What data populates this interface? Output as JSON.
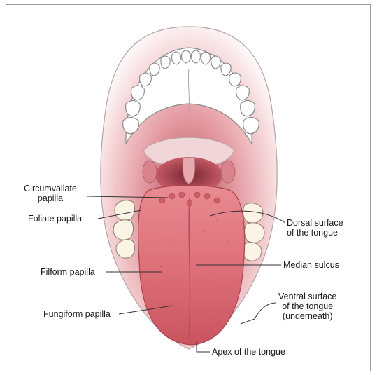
{
  "labels": {
    "circumvallate_line1": "Circumvallate",
    "circumvallate_line2": "papilla",
    "foliate": "Foliate papilla",
    "filiform": "Filform papilla",
    "fungiform": "Fungiform papilla",
    "dorsal_line1": "Dorsal surface",
    "dorsal_line2": "of the tongue",
    "median": "Median sulcus",
    "ventral_line1": "Ventral surface",
    "ventral_line2": "of the tongue",
    "ventral_line3": "(underneath)",
    "apex": "Apex of the tongue"
  },
  "colors": {
    "tongue": "#d96a72",
    "mouth_pink": "#f3c9cc",
    "teeth_outline": "#8a8a8a",
    "leader_line": "#333333"
  }
}
